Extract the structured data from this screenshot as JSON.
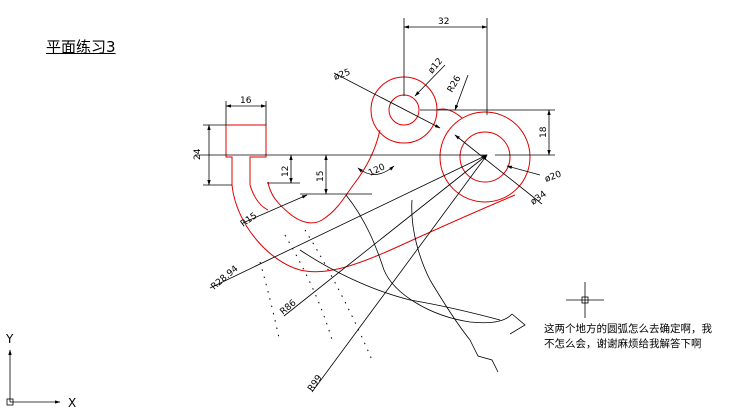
{
  "title": "平面练习3",
  "dimensions": {
    "d32": "32",
    "d16": "16",
    "d24": "24",
    "d12": "12",
    "d15": "15",
    "d18": "18",
    "a120": "120",
    "phi25": "ø25",
    "phi12": "ø12",
    "r26": "R26",
    "phi20": "ø20",
    "phi34": "ø34",
    "r15": "R15",
    "r28": "R28.94",
    "r86": "R86",
    "r99": "R99"
  },
  "question": {
    "line1": "这两个地方的圆弧怎么去确定啊，我",
    "line2": "不怎么会，谢谢麻烦给我解答下啊"
  },
  "axes": {
    "x": "X",
    "y": "Y"
  },
  "colors": {
    "profile": "#e00000",
    "dim": "#000000"
  }
}
